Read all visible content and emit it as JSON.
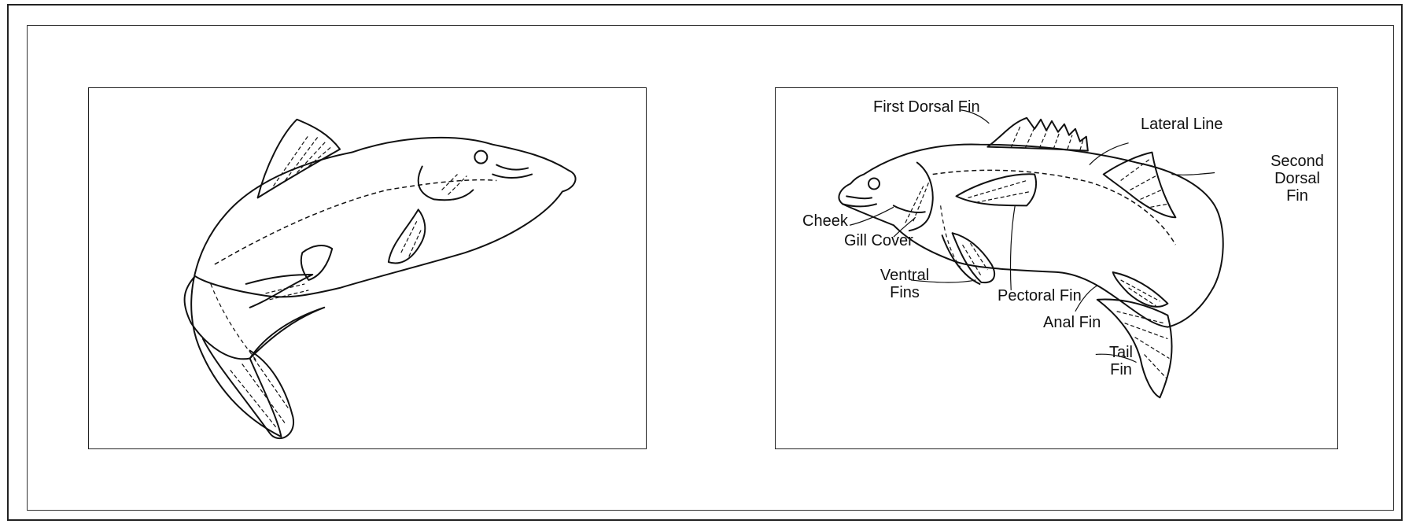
{
  "labels": {
    "first_dorsal_fin": "First Dorsal Fin",
    "lateral_line": "Lateral Line",
    "second_dorsal_fin": [
      "Second",
      "Dorsal",
      "Fin"
    ],
    "cheek": "Cheek",
    "gill_cover": "Gill Cover",
    "ventral_fins": [
      "Ventral",
      "Fins"
    ],
    "pectoral_fin": "Pectoral Fin",
    "anal_fin": "Anal Fin",
    "tail_fin": [
      "Tail",
      "Fin"
    ]
  }
}
